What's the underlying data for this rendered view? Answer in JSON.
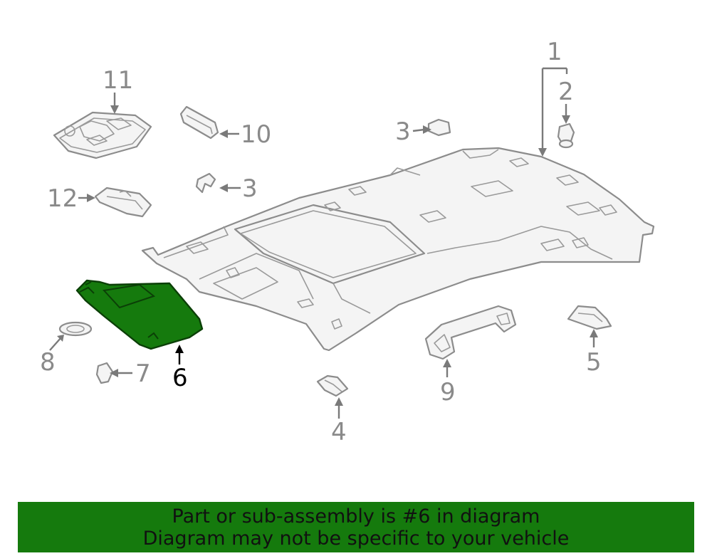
{
  "callouts": {
    "c1": "1",
    "c2": "2",
    "c3a": "3",
    "c3b": "3",
    "c4": "4",
    "c5": "5",
    "c6": "6",
    "c7": "7",
    "c8": "8",
    "c9": "9",
    "c10": "10",
    "c11": "11",
    "c12": "12"
  },
  "highlight": {
    "part_number": "6",
    "color": "#157a0d"
  },
  "banner": {
    "line1": "Part or sub-assembly is #6 in diagram",
    "line2": "Diagram may not be specific to your vehicle",
    "background": "#157a0d"
  }
}
